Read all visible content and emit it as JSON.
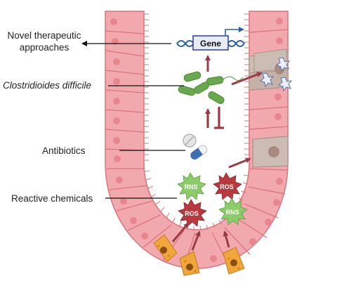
{
  "labels": {
    "therapeutic_line1": "Novel therapeutic",
    "therapeutic_line2": "approaches",
    "pathogen": "Clostridioides difficile",
    "antibiotics": "Antibiotics",
    "chemicals": "Reactive chemicals"
  },
  "gene_box": {
    "text": "Gene"
  },
  "bursts": {
    "rns": "RNS",
    "ros": "ROS"
  },
  "colors": {
    "cell_fill": "#f2a9ad",
    "cell_stroke": "#d9737c",
    "nucleus": "#e8868d",
    "damaged_cell": "#cdbcb3",
    "damaged_nucleus": "#a88b7e",
    "secretory_cell": "#f0a63a",
    "arrow": "#9a3b45",
    "bacteria": "#6aa84f",
    "rns_fill": "#8ccb6a",
    "ros_fill": "#b83a3f",
    "gene_box": "#2c3e8c",
    "dna": "#2d5fa6"
  }
}
